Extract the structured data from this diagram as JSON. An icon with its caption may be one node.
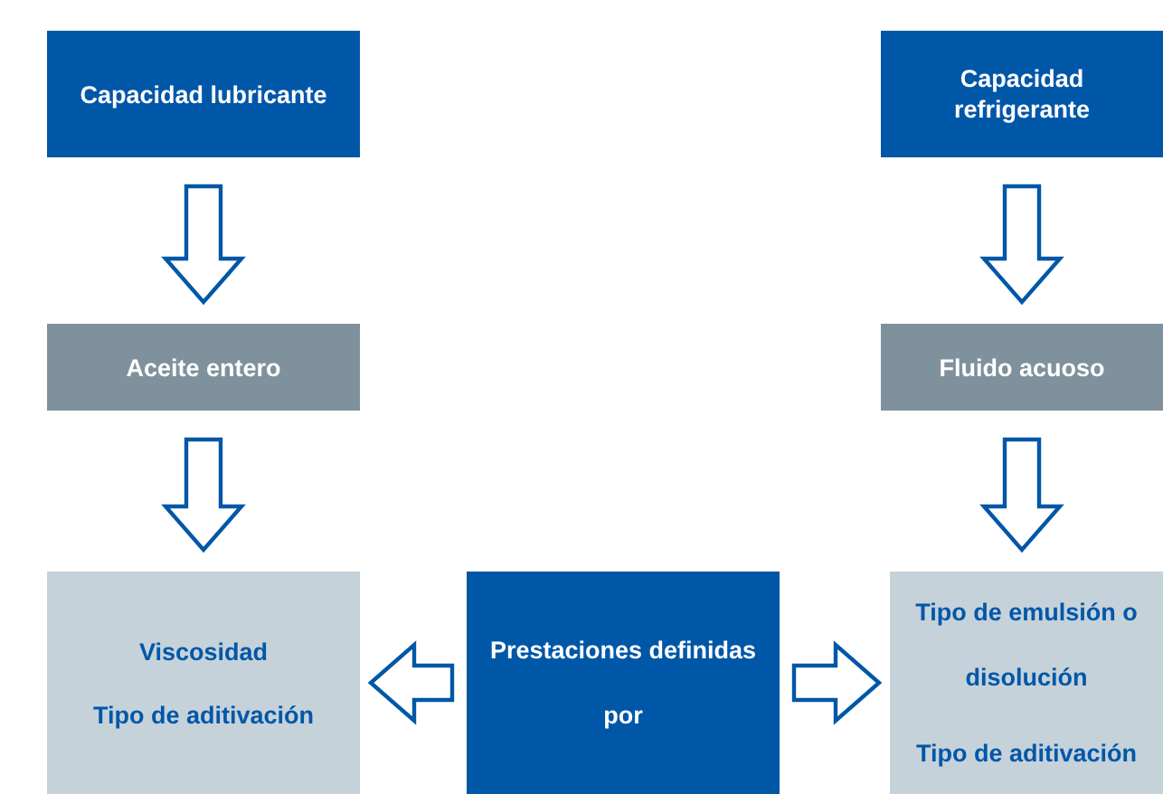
{
  "diagram": {
    "nodes": [
      {
        "text": [
          "Capacidad lubricante"
        ]
      },
      {
        "text": [
          "Capacidad refrigerante"
        ]
      },
      {
        "text": [
          "Aceite entero"
        ]
      },
      {
        "text": [
          "Fluido acuoso"
        ]
      },
      {
        "text": [
          "Viscosidad",
          "Tipo de aditivación"
        ]
      },
      {
        "text": [
          "Prestaciones definidas por"
        ]
      },
      {
        "text": [
          "Tipo de emulsión o disolución",
          "Tipo de aditivación"
        ]
      }
    ],
    "edges": [
      {
        "from": 0,
        "to": 2,
        "arrow": "to"
      },
      {
        "from": 2,
        "to": 4,
        "arrow": "to"
      },
      {
        "from": 1,
        "to": 3,
        "arrow": "to"
      },
      {
        "from": 3,
        "to": 6,
        "arrow": "to"
      },
      {
        "from": 5,
        "to": 4,
        "arrow": "to"
      },
      {
        "from": 5,
        "to": 6,
        "arrow": "to"
      }
    ]
  }
}
